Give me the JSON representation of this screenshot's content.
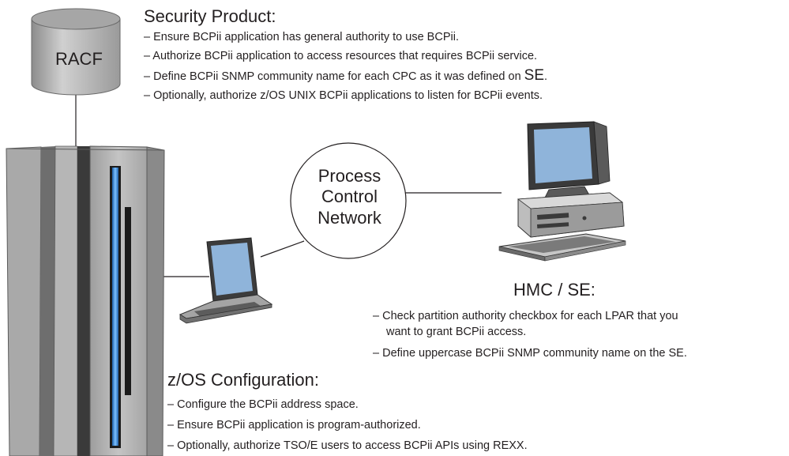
{
  "nodes": {
    "racf": {
      "label": "RACF"
    },
    "network": {
      "lines": [
        "Process",
        "Control",
        "Network"
      ]
    }
  },
  "sections": {
    "security": {
      "title": "Security Product:",
      "bullets": [
        "– Ensure BCPii application has general authority to use BCPii.",
        "– Authorize BCPii application to access resources that requires BCPii service.",
        "– Define BCPii SNMP community name for each CPC as it was defined on ",
        "– Optionally, authorize z/OS UNIX BCPii applications to listen for BCPii events."
      ],
      "bullet3_suffix": "SE",
      "bullet3_end": "."
    },
    "hmc": {
      "title": "HMC / SE:",
      "bullets": [
        "– Check partition authority checkbox for each LPAR that you",
        "want to grant BCPii access.",
        "– Define uppercase BCPii SNMP community name on the SE."
      ]
    },
    "zos": {
      "title": "z/OS Configuration:",
      "bullets": [
        "– Configure the BCPii address space.",
        "– Ensure BCPii application is program-authorized.",
        "– Optionally, authorize TSO/E users to access BCPii APIs using REXX."
      ]
    }
  },
  "icons": [
    "database-icon",
    "mainframe-icon",
    "laptop-icon",
    "desktop-computer-icon"
  ],
  "colors": {
    "screen": "#8fb4da",
    "body_gray": "#bfbfbf",
    "dark_gray": "#3a3a3a",
    "blue_strip": "#3f8fd8"
  }
}
